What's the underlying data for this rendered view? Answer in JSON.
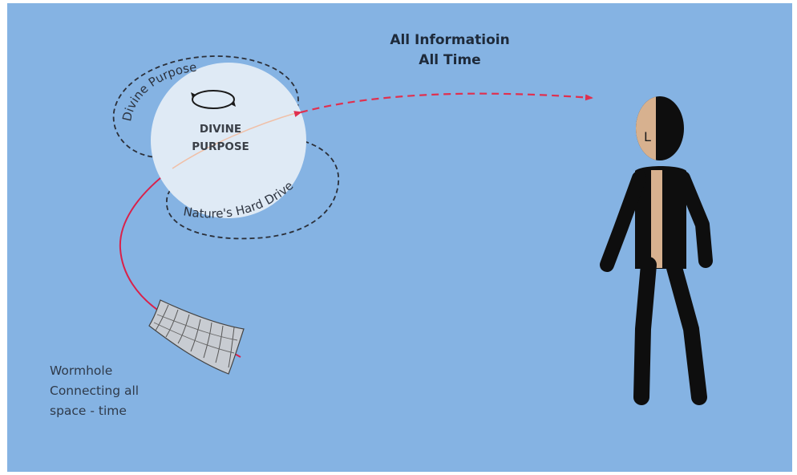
{
  "header": {
    "line1": "All Informatioin",
    "line2": "All Time"
  },
  "core": {
    "line1": "DIVINE",
    "line2": "PURPOSE"
  },
  "loops": {
    "top_label": "Divine Purpose",
    "bottom_label": "Nature's Hard Drive"
  },
  "wormhole": {
    "line1": "Wormhole",
    "line2": "Connecting all",
    "line3": "space - time"
  },
  "figure": {
    "head_letter": "L"
  },
  "colors": {
    "background": "#85b3e3",
    "frame": "#ffffff",
    "core_fill": "#dfeaf5",
    "dashed_link": "#e0304f",
    "wormhole_line": "#d9214a",
    "body_dark": "#0e0e0e",
    "body_skin": "#d7b18f"
  }
}
